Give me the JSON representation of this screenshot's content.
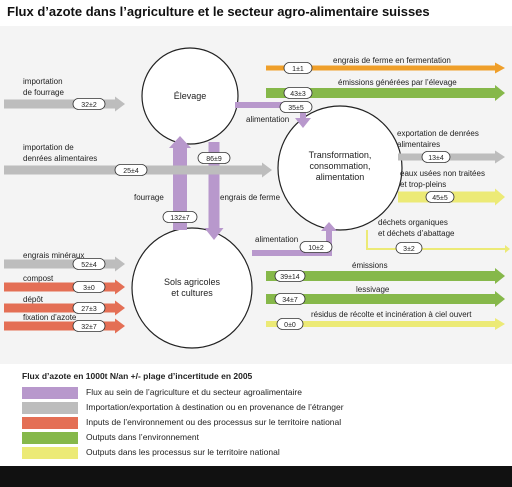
{
  "title": "Flux d’azote dans l’agriculture et le secteur agro-alimentaire suisses",
  "colors": {
    "internal": "#b898cc",
    "import_export": "#bdbdbd",
    "inputs": "#e46f55",
    "outputs_env": "#86b84a",
    "outputs_processes": "#ecea76",
    "fermentation": "#ef9f2a"
  },
  "nodes": {
    "elevage": "Élevage",
    "transformation": [
      "Transformation,",
      "consommation,",
      "alimentation"
    ],
    "sols": [
      "Sols agricoles",
      "et cultures"
    ]
  },
  "flows": {
    "importation_fourrage": {
      "label": [
        "importation",
        "de fourrage"
      ],
      "value": "32±2"
    },
    "importation_denrees": {
      "label": [
        "importation de",
        "denrées alimentaires"
      ],
      "value": "25±4"
    },
    "engrais_mineraux": {
      "label": "engrais minéraux",
      "value": "52±4"
    },
    "compost": {
      "label": "compost",
      "value": "3±0"
    },
    "depot": {
      "label": "dépôt",
      "value": "27±3"
    },
    "fixation": {
      "label": "fixation d’azote",
      "value": "32±7"
    },
    "fourrage": {
      "label": "fourrage",
      "value": "132±7"
    },
    "engrais_ferme": {
      "label": "engrais de ferme",
      "value": "86±9"
    },
    "alimentation_elevage": {
      "label": "alimentation",
      "value": "35±5"
    },
    "alimentation_sols": {
      "label": "alimentation",
      "value": "10±2"
    },
    "engrais_fermentation": {
      "label": "engrais de ferme en fermentation",
      "value": "1±1"
    },
    "emissions_elevage": {
      "label": "émissions générées par l’élevage",
      "value": "43±3"
    },
    "exportation": {
      "label": [
        "exportation de denrées",
        "alimentaires"
      ],
      "value": "13±4"
    },
    "eaux_usees": {
      "label": [
        "eaux usées non traitées",
        "et trop-pleins"
      ],
      "value": "45±5"
    },
    "dechets": {
      "label": [
        "déchets organiques",
        "et déchets d’abattage"
      ],
      "value": "3±2"
    },
    "emissions": {
      "label": "émissions",
      "value": "39±14"
    },
    "lessivage": {
      "label": "lessivage",
      "value": "34±7"
    },
    "residus": {
      "label": "résidus de récolte et incinération à ciel ouvert",
      "value": "0±0"
    }
  },
  "legend": {
    "title": "Flux d’azote en 1000t N/an +/- plage d’incertitude en 2005",
    "items": [
      {
        "label": "Flux au sein de l’agriculture et du secteur agroalimentaire",
        "color": "#b898cc"
      },
      {
        "label": "Importation/exportation à destination ou en provenance de l’étranger",
        "color": "#bdbdbd"
      },
      {
        "label": "Inputs de l’environnement ou des processus sur le territoire national",
        "color": "#e46f55"
      },
      {
        "label": "Outputs dans l’environnement",
        "color": "#86b84a"
      },
      {
        "label": "Outputs dans les processus sur le territoire national",
        "color": "#ecea76"
      }
    ]
  }
}
